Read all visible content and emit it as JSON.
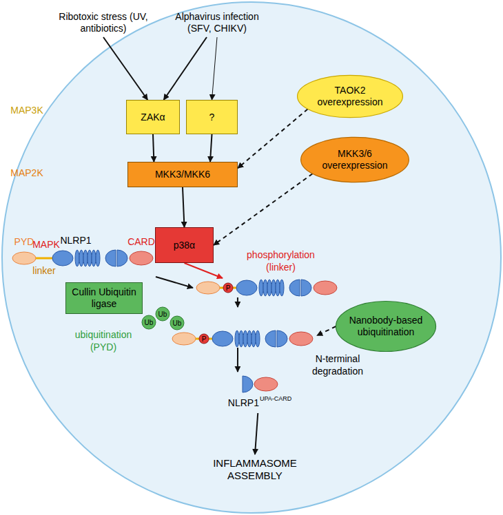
{
  "diagram": {
    "nodes": [
      {
        "text": [
          "Ribotoxic stress (UV, antibiotics)"
        ]
      },
      {
        "text": [
          "Alphavirus infection (SFV, CHIKV)"
        ]
      },
      {
        "text": [
          "ZAKα"
        ]
      },
      {
        "text": [
          "?"
        ]
      },
      {
        "text": [
          "TAOK2 overexpression"
        ]
      },
      {
        "text": [
          "MKK3/MKK6"
        ]
      },
      {
        "text": [
          "MKK3/6 overexpression"
        ]
      },
      {
        "text": [
          "p38α"
        ]
      },
      {
        "text": [
          "PYD",
          "NLRP1",
          "CARD",
          "linker"
        ]
      },
      {
        "text": [
          "Cullin Ubiquitin ligase"
        ]
      },
      {
        "text": [
          "P"
        ]
      },
      {
        "text": [
          "Ub",
          "Ub",
          "Ub",
          "P"
        ]
      },
      {
        "text": [
          "Nanobody-based ubiquitination"
        ]
      },
      {
        "text": [
          "NLRP1",
          "UPA-CARD"
        ]
      },
      {
        "text": [
          "INFLAMMASOME ASSEMBLY"
        ]
      }
    ],
    "edges": [
      {
        "from": 0,
        "to": 2,
        "arrow": "to"
      },
      {
        "from": 1,
        "to": 2,
        "arrow": "to"
      },
      {
        "from": 1,
        "to": 3,
        "arrow": "to"
      },
      {
        "from": 2,
        "to": 5,
        "arrow": "to"
      },
      {
        "from": 3,
        "to": 5,
        "arrow": "to"
      },
      {
        "from": 4,
        "to": 5,
        "arrow": "to"
      },
      {
        "from": 5,
        "to": 7,
        "arrow": "to"
      },
      {
        "from": 6,
        "to": 7,
        "arrow": "to"
      },
      {
        "from": 7,
        "to": 10,
        "arrow": "to"
      },
      {
        "from": 8,
        "to": 10,
        "arrow": "to"
      },
      {
        "from": 10,
        "to": 11,
        "arrow": "to"
      },
      {
        "from": 12,
        "to": 11,
        "arrow": "to"
      },
      {
        "from": 11,
        "to": 13,
        "arrow": "to"
      },
      {
        "from": 13,
        "to": 14,
        "arrow": "to"
      }
    ],
    "labels": [
      "MAP3K",
      "MAP2K",
      "MAPK",
      "phosphorylation (linker)",
      "ubiquitination (PYD)",
      "N-terminal degradation"
    ]
  }
}
